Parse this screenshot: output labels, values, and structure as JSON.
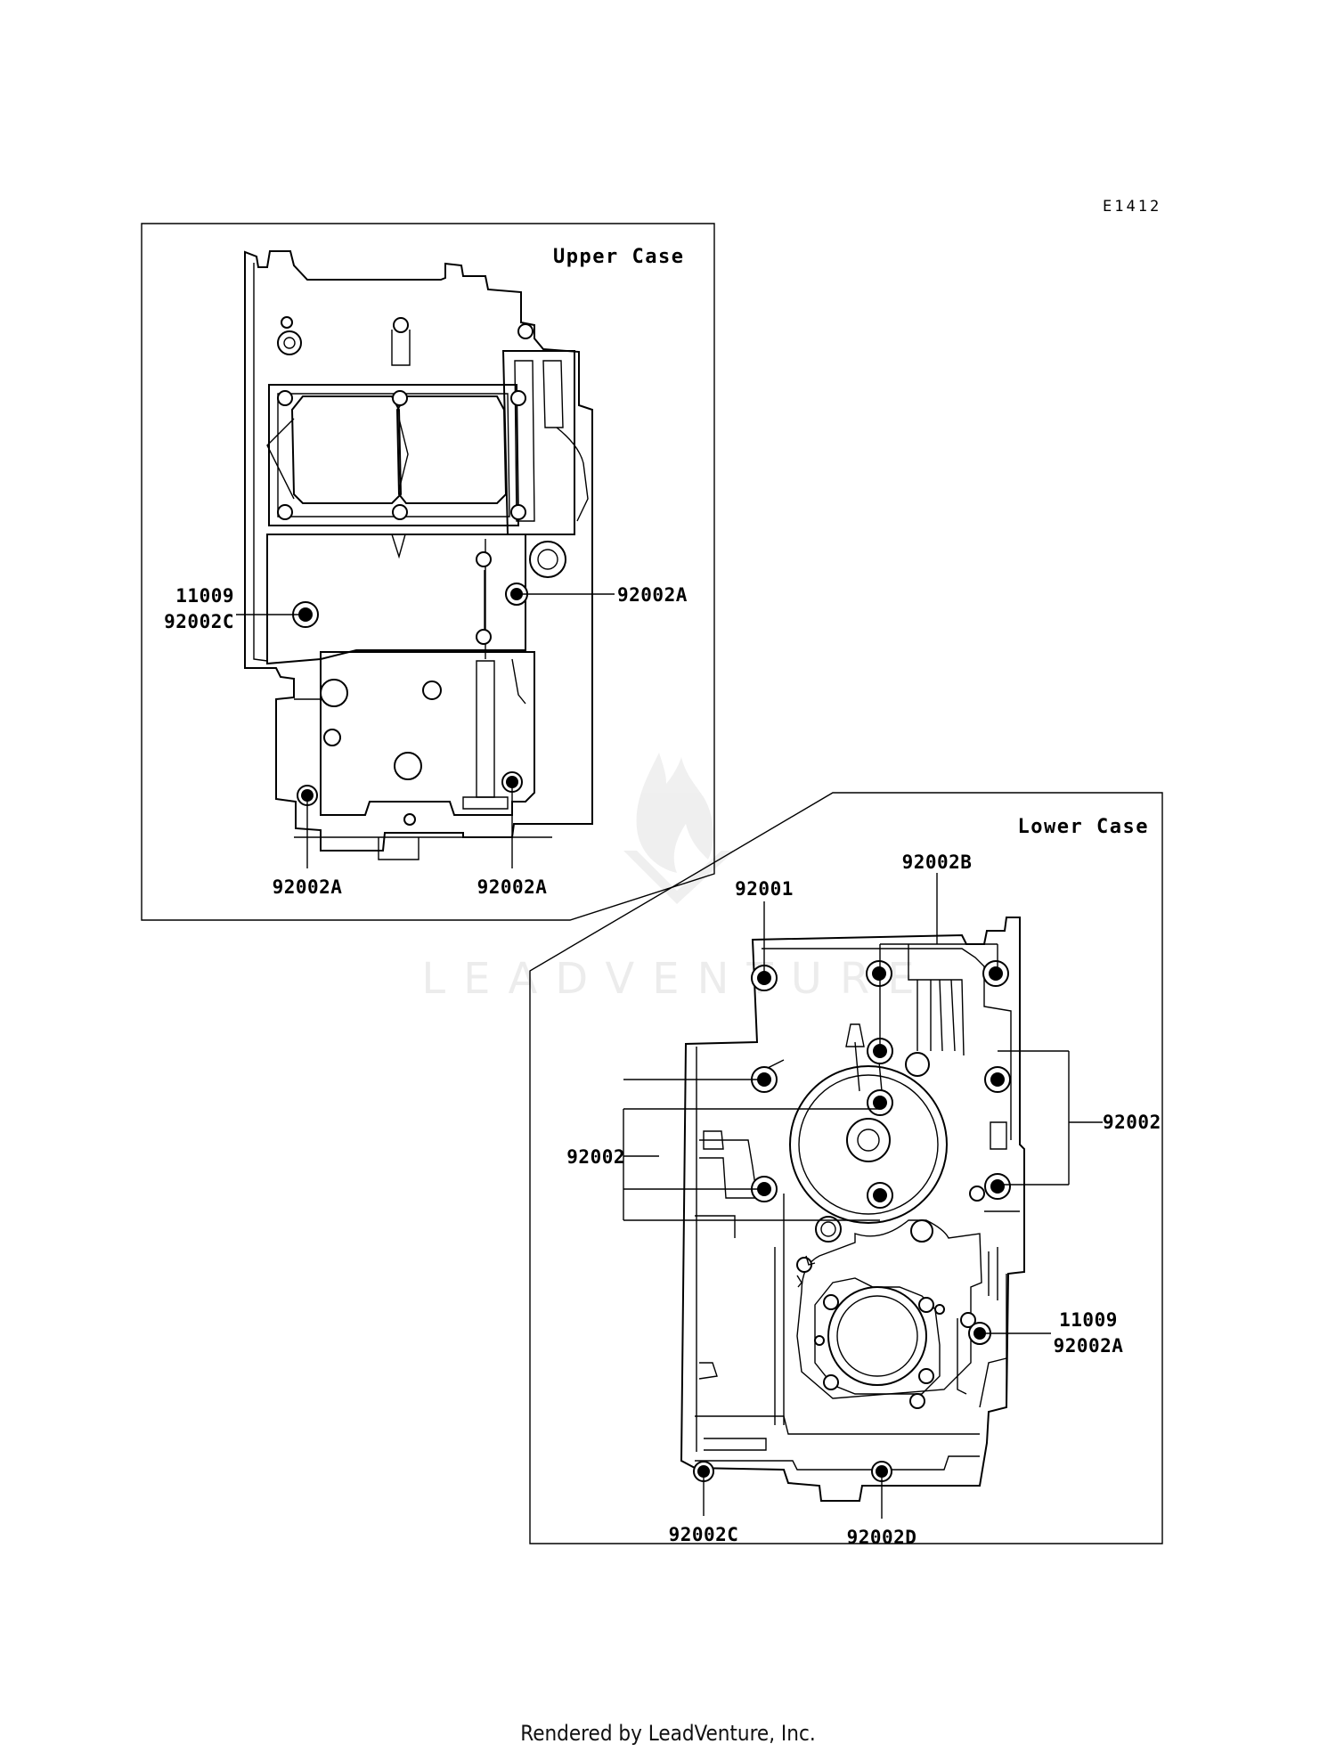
{
  "diagram_code": "E1412",
  "footer": "Rendered by LeadVenture, Inc.",
  "watermark": "LEADVENTURE",
  "upper_case": {
    "title": "Upper Case",
    "callouts": {
      "c1_line1": "11009",
      "c1_line2": "92002C",
      "c2": "92002A",
      "c3": "92002A",
      "c4": "92002A"
    }
  },
  "lower_case": {
    "title": "Lower Case",
    "callouts": {
      "c1": "92002B",
      "c2": "92001",
      "c3": "92002",
      "c4": "92002",
      "c5_line1": "11009",
      "c5_line2": "92002A",
      "c6": "92002C",
      "c7": "92002D"
    }
  }
}
